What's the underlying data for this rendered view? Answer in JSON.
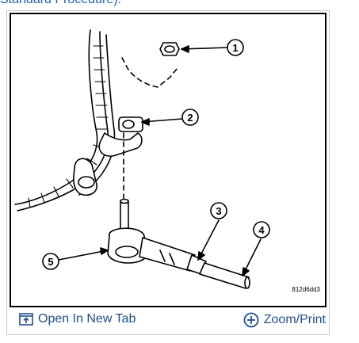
{
  "header": {
    "partial_text": "Standard Procedure)."
  },
  "figure": {
    "image_id_label": "812d6dd3",
    "callouts": [
      "1",
      "2",
      "3",
      "4",
      "5"
    ]
  },
  "toolbar": {
    "open_label": "Open In New Tab",
    "zoom_label": "Zoom/Print"
  },
  "colors": {
    "link": "#1f4e8c",
    "frame_border": "#c8c8c8"
  }
}
